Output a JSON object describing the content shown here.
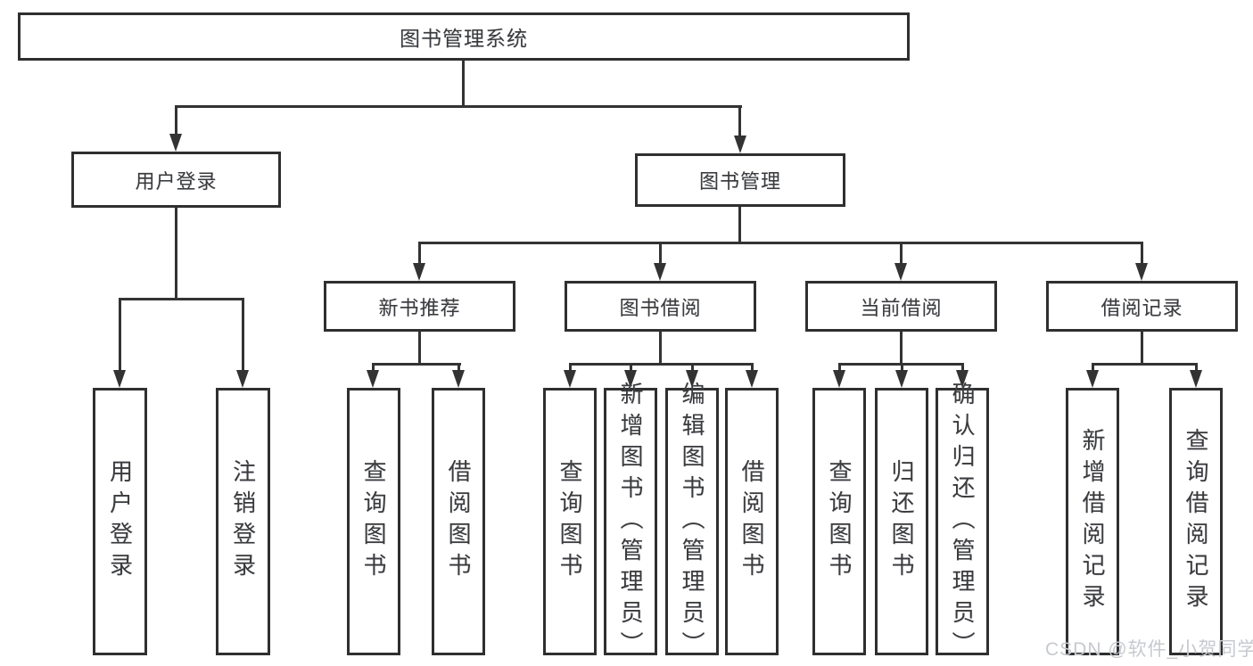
{
  "colors": {
    "background": "#ffffff",
    "line": "#333333",
    "box_border": "#2f2f2f",
    "box_fill": "#ffffff",
    "text": "#3b3b3b",
    "watermark_text": "#c6c9cf"
  },
  "watermark": {
    "text": "CSDN @软件_小贺同学"
  },
  "tree": {
    "root": {
      "label": "图书管理系统",
      "children": [
        {
          "label": "用户登录",
          "children": [
            {
              "label": "用户登录"
            },
            {
              "label": "注销登录"
            }
          ]
        },
        {
          "label": "图书管理",
          "children": [
            {
              "label": "新书推荐",
              "children": [
                {
                  "label": "查询图书"
                },
                {
                  "label": "借阅图书"
                }
              ]
            },
            {
              "label": "图书借阅",
              "children": [
                {
                  "label": "查询图书"
                },
                {
                  "label": "新增图书（管理员）"
                },
                {
                  "label": "编辑图书（管理员）"
                },
                {
                  "label": "借阅图书"
                }
              ]
            },
            {
              "label": "当前借阅",
              "children": [
                {
                  "label": "查询图书"
                },
                {
                  "label": "归还图书"
                },
                {
                  "label": "确认归还（管理员）"
                }
              ]
            },
            {
              "label": "借阅记录",
              "children": [
                {
                  "label": "新增借阅记录"
                },
                {
                  "label": "查询借阅记录"
                }
              ]
            }
          ]
        }
      ]
    }
  }
}
